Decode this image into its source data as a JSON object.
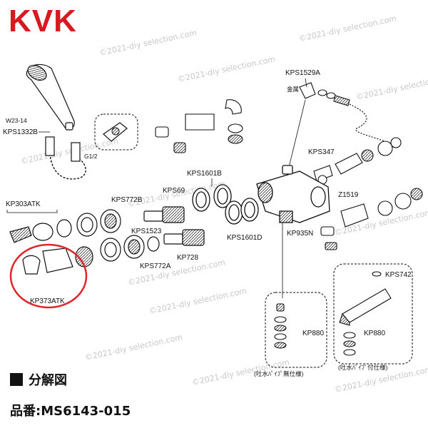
{
  "brand": {
    "logo_text": "KVK",
    "color": "#d71920"
  },
  "watermark": "©2021-diy selection.com",
  "labels": {
    "w23_14": "W23-14",
    "kps1332b": "KPS1332B",
    "g1_2": "G1/2",
    "kps1529a": "KPS1529A",
    "kinzoku": "金属",
    "kps347": "KPS347",
    "kps1601b": "KPS1601B",
    "z1519": "Z1519",
    "kp303atk": "KP303ATK",
    "kps772b": "KPS772B",
    "kps69": "KPS69",
    "kps1523": "KPS1523",
    "kp935n": "KP935N",
    "kps1601d": "KPS1601D",
    "kps772a": "KPS772A",
    "kp728": "KP728",
    "kp373atk": "KP373ATK",
    "kps742": "KPS742",
    "kp880_left": "KP880",
    "kp880_right": "KP880",
    "without_spout": "(吐水ﾊﾟｲﾌﾟ無仕様)",
    "with_spout": "(吐水ﾊﾟｲﾌﾟ付仕様)"
  },
  "highlight_color": "#e0262b",
  "section_title": "分解図",
  "model_number": "品番:MS6143-015"
}
